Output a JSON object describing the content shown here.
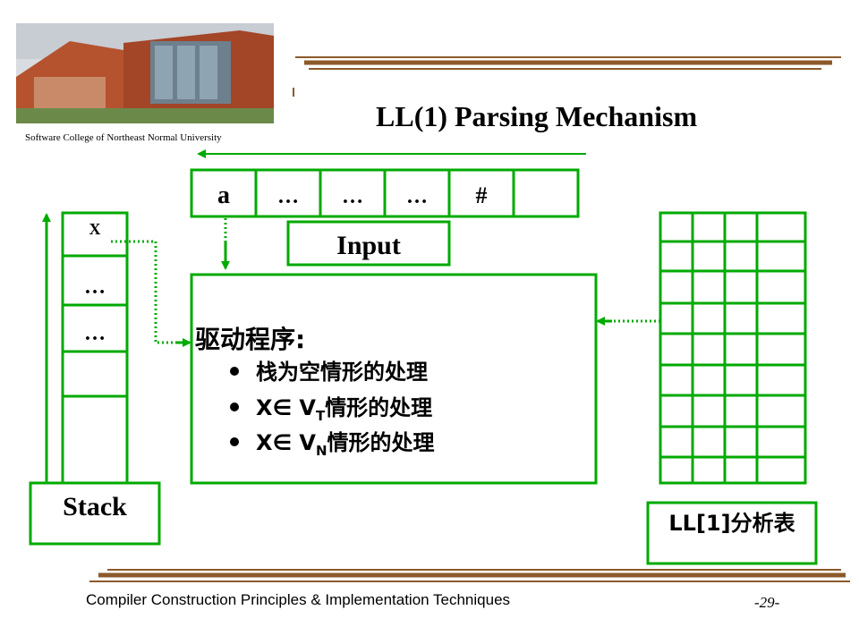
{
  "slide": {
    "college": "Software College of Northeast Normal University",
    "title": "LL(1) Parsing Mechanism",
    "footer": "Compiler Construction Principles & Implementation Techniques",
    "page": "-29-"
  },
  "input": {
    "cells": [
      "a",
      "…",
      "…",
      "…",
      "#",
      ""
    ],
    "label": "Input"
  },
  "stack": {
    "cells": [
      "X",
      "…",
      "…",
      "",
      ""
    ],
    "label": "Stack"
  },
  "driver": {
    "heading": "驱动程序:",
    "items": [
      {
        "pre": "栈为空情形的处理",
        "sub": "",
        "post": ""
      },
      {
        "pre": "X∈ V",
        "sub": "T",
        "post": "情形的处理"
      },
      {
        "pre": "X∈ V",
        "sub": "N",
        "post": "情形的处理"
      }
    ]
  },
  "table": {
    "label": "LL[1]分析表"
  },
  "colors": {
    "green": "#00aa00",
    "brown": "#8b5a2b",
    "black": "#000000"
  }
}
